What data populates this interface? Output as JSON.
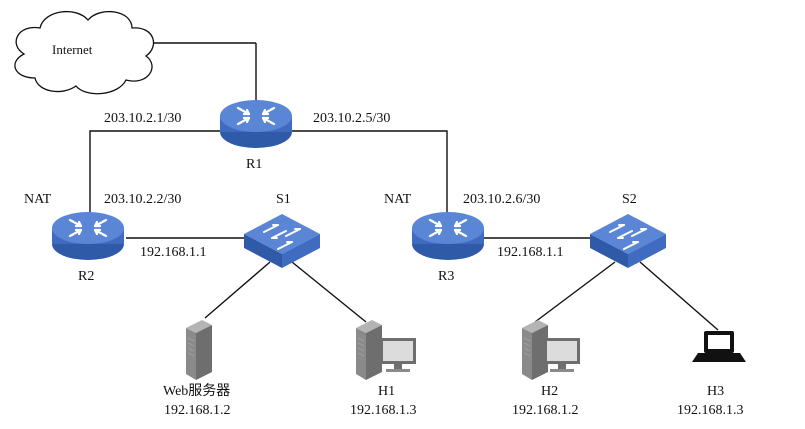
{
  "cloud": {
    "label": "Internet"
  },
  "routers": {
    "r1": {
      "name": "R1"
    },
    "r2": {
      "name": "R2",
      "nat": "NAT"
    },
    "r3": {
      "name": "R3",
      "nat": "NAT"
    }
  },
  "switches": {
    "s1": {
      "name": "S1"
    },
    "s2": {
      "name": "S2"
    }
  },
  "links": {
    "r1_left_ip": "203.10.2.1/30",
    "r1_right_ip": "203.10.2.5/30",
    "r2_wan_ip": "203.10.2.2/30",
    "r3_wan_ip": "203.10.2.6/30",
    "r2_lan_ip": "192.168.1.1",
    "r3_lan_ip": "192.168.1.1"
  },
  "hosts": {
    "web": {
      "name": "Web服务器",
      "ip": "192.168.1.2"
    },
    "h1": {
      "name": "H1",
      "ip": "192.168.1.3"
    },
    "h2": {
      "name": "H2",
      "ip": "192.168.1.2"
    },
    "h3": {
      "name": "H3",
      "ip": "192.168.1.3"
    }
  },
  "colors": {
    "router_fill": "#4a76c9",
    "router_top": "#6e97e2",
    "switch_fill": "#4a76c9",
    "device_gray": "#7c7c7c"
  }
}
